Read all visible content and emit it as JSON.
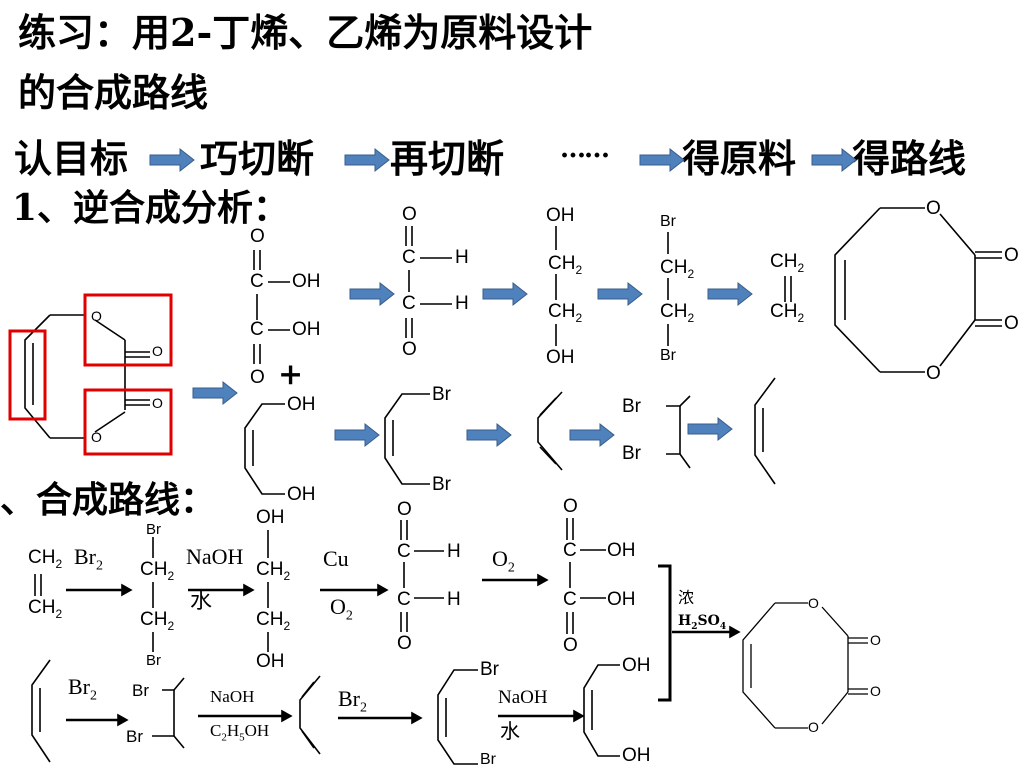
{
  "slide": {
    "title_line1": "练习：用2-丁烯、乙烯为原料设计",
    "title_line2": "的合成路线",
    "steps": [
      "认目标",
      "巧切断",
      "再切断",
      "……",
      "得原料",
      "得路线"
    ],
    "section1": "1、逆合成分析：",
    "plus": "+",
    "section2": "、合成路线："
  },
  "labels": {
    "O": "O",
    "OH": "OH",
    "H": "H",
    "Br": "Br",
    "CH2": "CH",
    "sub2": "2",
    "C": "C",
    "Br2_r": "Br",
    "NaOH": "NaOH",
    "water": "水",
    "Cu": "Cu",
    "O2": "O",
    "conc": "浓",
    "H2SO4": "H",
    "SO": "SO",
    "sub4": "4",
    "C2H5OH_a": "C",
    "C2H5OH_b": "H",
    "C2H5OH_c": "OH",
    "sub5": "5"
  },
  "colors": {
    "arrow_fill": "#4F81BD",
    "arrow_stroke": "#385D8A",
    "highlight": "#E00000"
  }
}
